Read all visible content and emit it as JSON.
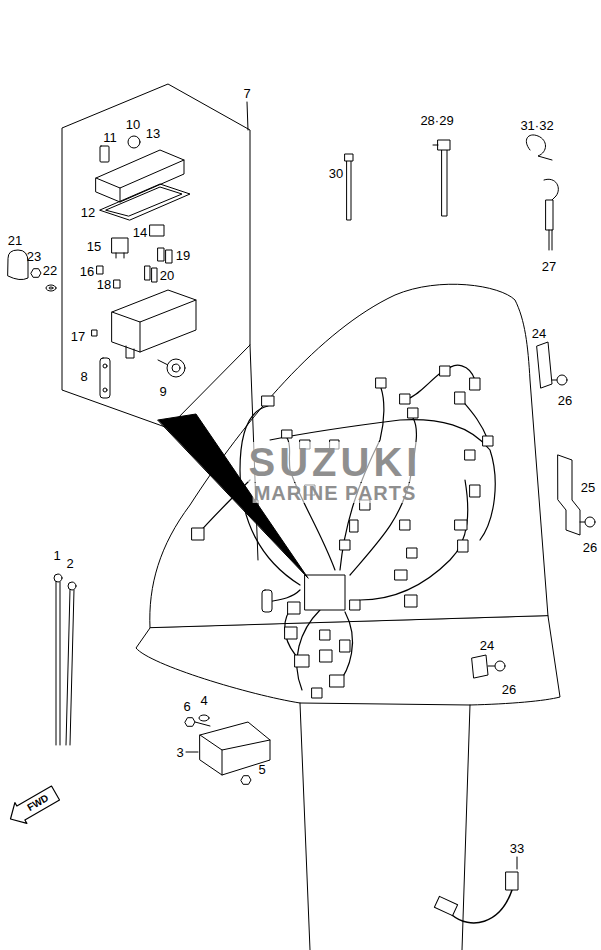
{
  "diagram": {
    "nodes": [
      {
        "text": [
          "10",
          "11",
          "13",
          "12",
          "14",
          "15",
          "19",
          "16",
          "20",
          "18",
          "17",
          "8",
          "9"
        ]
      }
    ],
    "labels": [
      "7",
      "21",
      "23",
      "22",
      "28·29",
      "30",
      "31·32",
      "27",
      "24",
      "26",
      "25",
      "26",
      "24",
      "26",
      "1",
      "2",
      "6",
      "4",
      "3",
      "5",
      "33",
      "SUZUKI",
      "MARINE PARTS",
      "FWD"
    ]
  }
}
